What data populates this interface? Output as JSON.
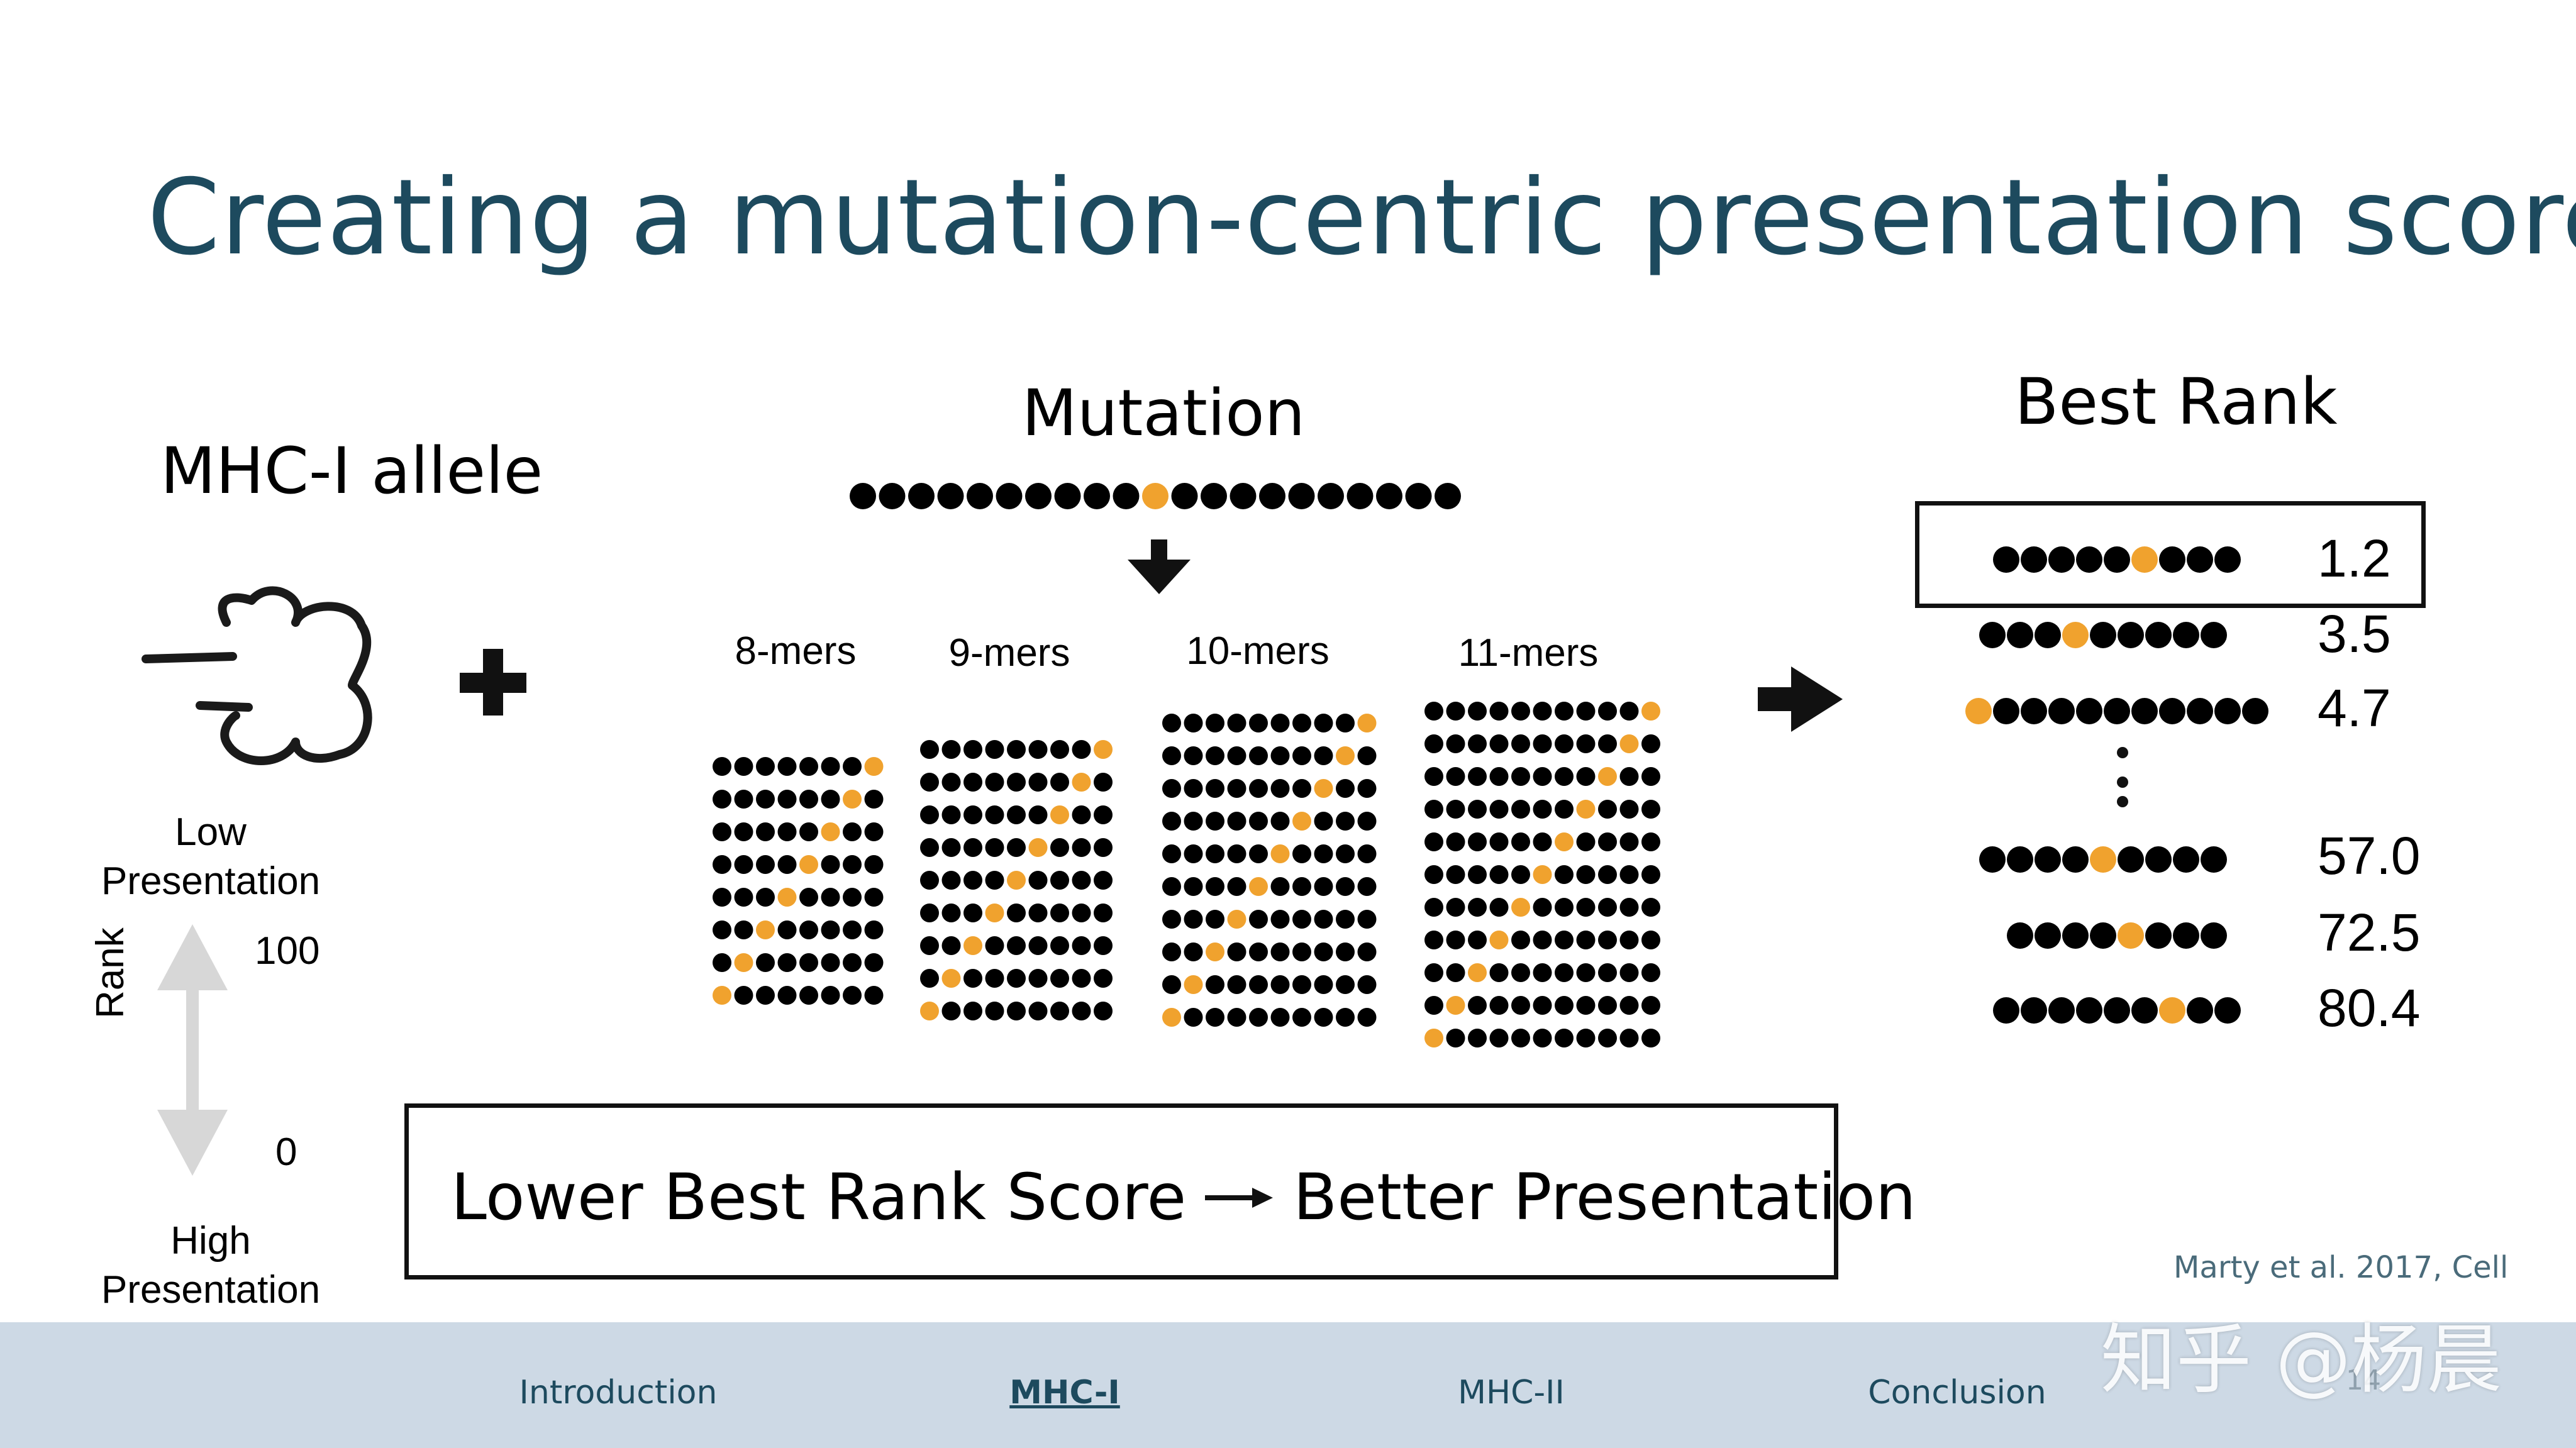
{
  "title": "Creating a mutation-centric presentation score",
  "allele": {
    "heading": "MHC-I allele",
    "low_label": "Low\nPresentation",
    "high_label": "High\nPresentation",
    "rank_label": "Rank",
    "rank_top": "100",
    "rank_bottom": "0"
  },
  "mutation": {
    "heading": "Mutation",
    "kmer_labels": [
      "8-mers",
      "9-mers",
      "10-mers",
      "11-mers"
    ]
  },
  "best_rank": {
    "heading": "Best Rank",
    "scores": [
      "1.2",
      "3.5",
      "4.7",
      "57.0",
      "72.5",
      "80.4"
    ]
  },
  "legend": {
    "left": "Lower Best Rank Score",
    "right": "Better Presentation"
  },
  "citation": "Marty et al. 2017, Cell",
  "footer": {
    "nav": [
      "Introduction",
      "MHC-I",
      "MHC-II",
      "Conclusion"
    ],
    "page_number": "14",
    "watermark": "知乎 @杨晨"
  },
  "colors": {
    "title": "#1d4a5e",
    "mutant": "#f0a22e",
    "dot": "#000000",
    "footer_bg": "#cdd9e5"
  }
}
